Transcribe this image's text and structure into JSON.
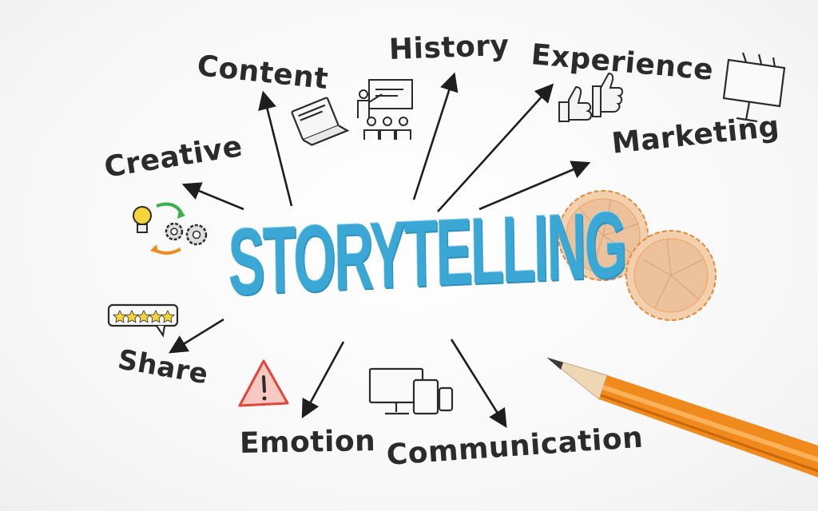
{
  "diagram": {
    "center": "STORYTELLING",
    "branches": [
      {
        "id": "content",
        "label": "Content",
        "icon": "book-icon"
      },
      {
        "id": "history",
        "label": "History",
        "icon": "presentation-icon"
      },
      {
        "id": "experience",
        "label": "Experience",
        "icon": "thumbs-icon"
      },
      {
        "id": "marketing",
        "label": "Marketing",
        "icon": "billboard-icon"
      },
      {
        "id": "creative",
        "label": "Creative",
        "icon": "idea-gears-icon"
      },
      {
        "id": "share",
        "label": "Share",
        "icon": "rating-bubble-icon"
      },
      {
        "id": "emotion",
        "label": "Emotion",
        "icon": "warning-icon"
      },
      {
        "id": "communication",
        "label": "Communication",
        "icon": "devices-icon"
      }
    ],
    "colors": {
      "title": "#3aa7d4",
      "ink": "#2b2b2b",
      "pencil": "#f08a1c",
      "shavings": "#e8b88d",
      "warning": "#e2463a",
      "bulb": "#f5d33b",
      "arrow_green": "#37b24a",
      "arrow_orange": "#f08a1c"
    }
  }
}
